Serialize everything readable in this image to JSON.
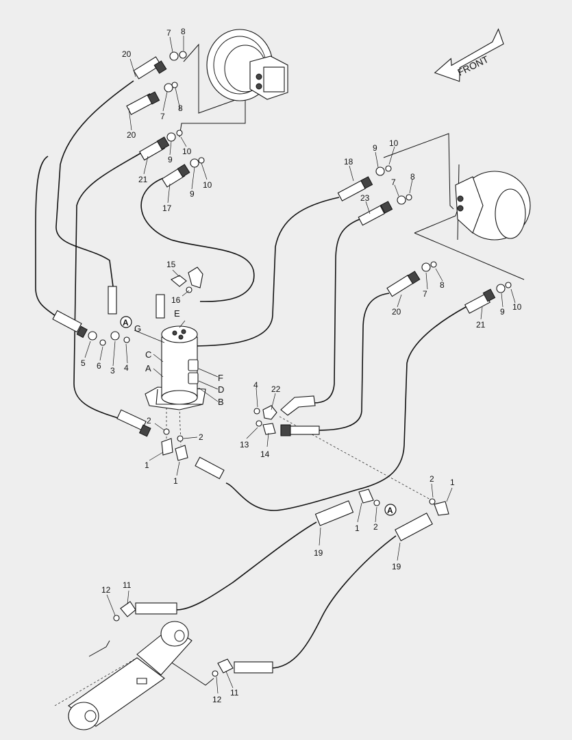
{
  "direction_label": "FRONT",
  "ref_marker": "A",
  "callouts": {
    "n20_top": "20",
    "n7_top": "7",
    "n8_top": "8",
    "n7_b": "7",
    "n8_b": "8",
    "n20_b": "20",
    "n9_a": "9",
    "n10_a": "10",
    "n21_a": "21",
    "n9_b": "9",
    "n10_b": "10",
    "n17": "17",
    "n9_r": "9",
    "n10_r": "10",
    "n18": "18",
    "n7_r": "7",
    "n8_r": "8",
    "n23": "23",
    "n15": "15",
    "n16": "16",
    "n8_m": "8",
    "n7_m": "7",
    "n20_m": "20",
    "n10_m": "10",
    "n9_m": "9",
    "n21_m": "21",
    "n5": "5",
    "n6": "6",
    "n3": "3",
    "n4_l": "4",
    "n4_r": "4",
    "n22": "22",
    "n13": "13",
    "n14": "14",
    "n2_a": "2",
    "n2_b": "2",
    "n1_a": "1",
    "n1_b": "1",
    "n2_c": "2",
    "n1_c": "1",
    "n1_d": "1",
    "n2_d": "2",
    "n19_a": "19",
    "n19_b": "19",
    "n12_a": "12",
    "n11_a": "11",
    "n12_b": "12",
    "n11_b": "11"
  },
  "ports": {
    "a": "A",
    "b": "B",
    "c": "C",
    "d": "D",
    "e": "E",
    "f": "F",
    "g": "G"
  }
}
